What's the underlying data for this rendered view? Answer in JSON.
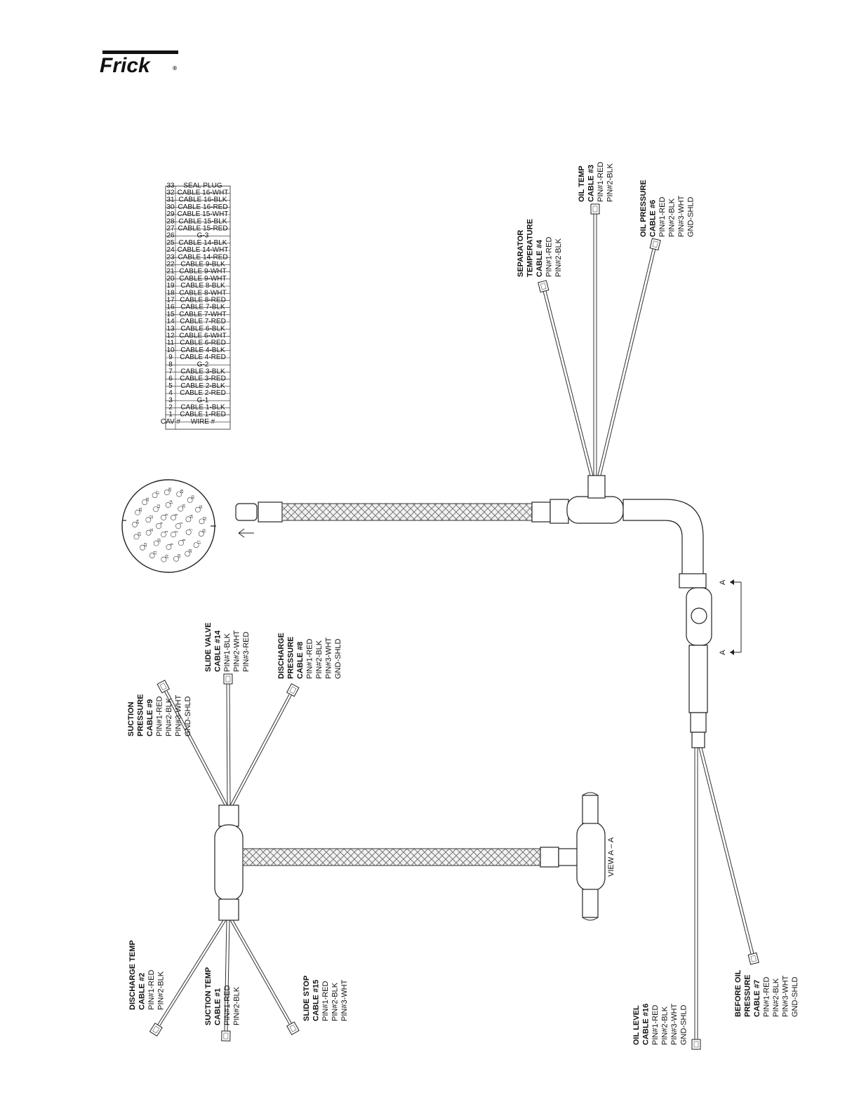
{
  "brand": {
    "logo_text": "Frick",
    "registered": "®"
  },
  "table": {
    "header": [
      "CAV #",
      "WIRE #"
    ],
    "rows": [
      [
        "1",
        "CABLE 1-RED"
      ],
      [
        "2",
        "CABLE 1-BLK"
      ],
      [
        "3",
        "G-1"
      ],
      [
        "4",
        "CABLE 2-RED"
      ],
      [
        "5",
        "CABLE 2-BLK"
      ],
      [
        "6",
        "CABLE 3-RED"
      ],
      [
        "7",
        "CABLE 3-BLK"
      ],
      [
        "8",
        "G-2"
      ],
      [
        "9",
        "CABLE 4-RED"
      ],
      [
        "10",
        "CABLE 4-BLK"
      ],
      [
        "11",
        "CABLE 6-RED"
      ],
      [
        "12",
        "CABLE 6-WHT"
      ],
      [
        "13",
        "CABLE 6-BLK"
      ],
      [
        "14",
        "CABLE 7-RED"
      ],
      [
        "15",
        "CABLE 7-WHT"
      ],
      [
        "16",
        "CABLE 7-BLK"
      ],
      [
        "17",
        "CABLE 8-RED"
      ],
      [
        "18",
        "CABLE 8-WHT"
      ],
      [
        "19",
        "CABLE 8-BLK"
      ],
      [
        "20",
        "CABLE 9-WHT"
      ],
      [
        "21",
        "CABLE 9-WHT"
      ],
      [
        "22",
        "CABLE 9-BLK"
      ],
      [
        "23",
        "CABLE 14-RED"
      ],
      [
        "24",
        "CABLE 14-WHT"
      ],
      [
        "25",
        "CABLE 14-BLK"
      ],
      [
        "26",
        "G-3"
      ],
      [
        "27",
        "CABLE 15-RED"
      ],
      [
        "28",
        "CABLE 15-BLK"
      ],
      [
        "29",
        "CABLE 15-WHT"
      ],
      [
        "30",
        "CABLE 16-RED"
      ],
      [
        "31",
        "CABLE 16-BLK"
      ],
      [
        "32",
        "CABLE 16-WHT"
      ],
      [
        "33",
        "SEAL PLUG"
      ]
    ]
  },
  "labels": {
    "oil_temp": {
      "bold": [
        "OIL TEMP",
        "CABLE #3"
      ],
      "plain": [
        "PIN#1-RED",
        "PIN#2-BLK"
      ]
    },
    "separator_temp": {
      "bold": [
        "SEPARATOR",
        "TEMPERATURE",
        "CABLE #4"
      ],
      "plain": [
        "PIN#1-RED",
        "PIN#2-BLK"
      ]
    },
    "oil_pressure": {
      "bold": [
        "OIL PRESSURE",
        "CABLE #6"
      ],
      "plain": [
        "PIN#1-RED",
        "PIN#2-BLK",
        "PIN#3-WHT",
        "GND-SHLD"
      ]
    },
    "suction_pressure": {
      "bold": [
        "SUCTION",
        "PRESSURE",
        "CABLE #9"
      ],
      "plain": [
        "PIN#1-RED",
        "PIN#2-BLK",
        "PIN#3-WHT",
        "GND-SHLD"
      ]
    },
    "slide_valve": {
      "bold": [
        "SLIDE VALVE",
        "CABLE #14"
      ],
      "plain": [
        "PIN#1-BLK",
        "PIN#2-WHT",
        "PIN#3-RED"
      ]
    },
    "discharge_pressure": {
      "bold": [
        "DISCHARGE",
        "PRESSURE",
        "CABLE #8"
      ],
      "plain": [
        "PIN#1-RED",
        "PIN#2-BLK",
        "PIN#3-WHT",
        "GND-SHLD"
      ]
    },
    "discharge_temp": {
      "bold": [
        "DISCHARGE TEMP",
        "CABLE #2"
      ],
      "plain": [
        "PIN#1-RED",
        "PIN#2-BLK"
      ]
    },
    "suction_temp": {
      "bold": [
        "SUCTION TEMP",
        "CABLE #1"
      ],
      "plain": [
        "PIN#1-RED",
        "PIN#2-BLK"
      ]
    },
    "slide_stop": {
      "bold": [
        "SLIDE STOP",
        "CABLE #15"
      ],
      "plain": [
        "PIN#1-RED",
        "PIN#2-BLK",
        "PIN#3-WHT"
      ]
    },
    "oil_level": {
      "bold": [
        "OIL LEVEL",
        "CABLE #16"
      ],
      "plain": [
        "PIN#1-RED",
        "PIN#2-BLK",
        "PIN#3-WHT",
        "GND-SHLD"
      ]
    },
    "before_oil_pressure": {
      "bold": [
        "BEFORE OIL",
        "PRESSURE",
        "CABLE #7"
      ],
      "plain": [
        "PIN#1-RED",
        "PIN#2-BLK",
        "PIN#3-WHT",
        "GND-SHLD"
      ]
    }
  },
  "view_label": "VIEW A – A",
  "section_letter": "A",
  "connector_pins": [
    "1",
    "2",
    "3",
    "4",
    "5",
    "6",
    "7",
    "8",
    "9",
    "10",
    "11",
    "12",
    "13",
    "14",
    "15",
    "16",
    "17",
    "18",
    "19",
    "20",
    "21",
    "22",
    "23",
    "24",
    "25",
    "26",
    "27",
    "28",
    "29",
    "30",
    "31",
    "32",
    "33"
  ]
}
